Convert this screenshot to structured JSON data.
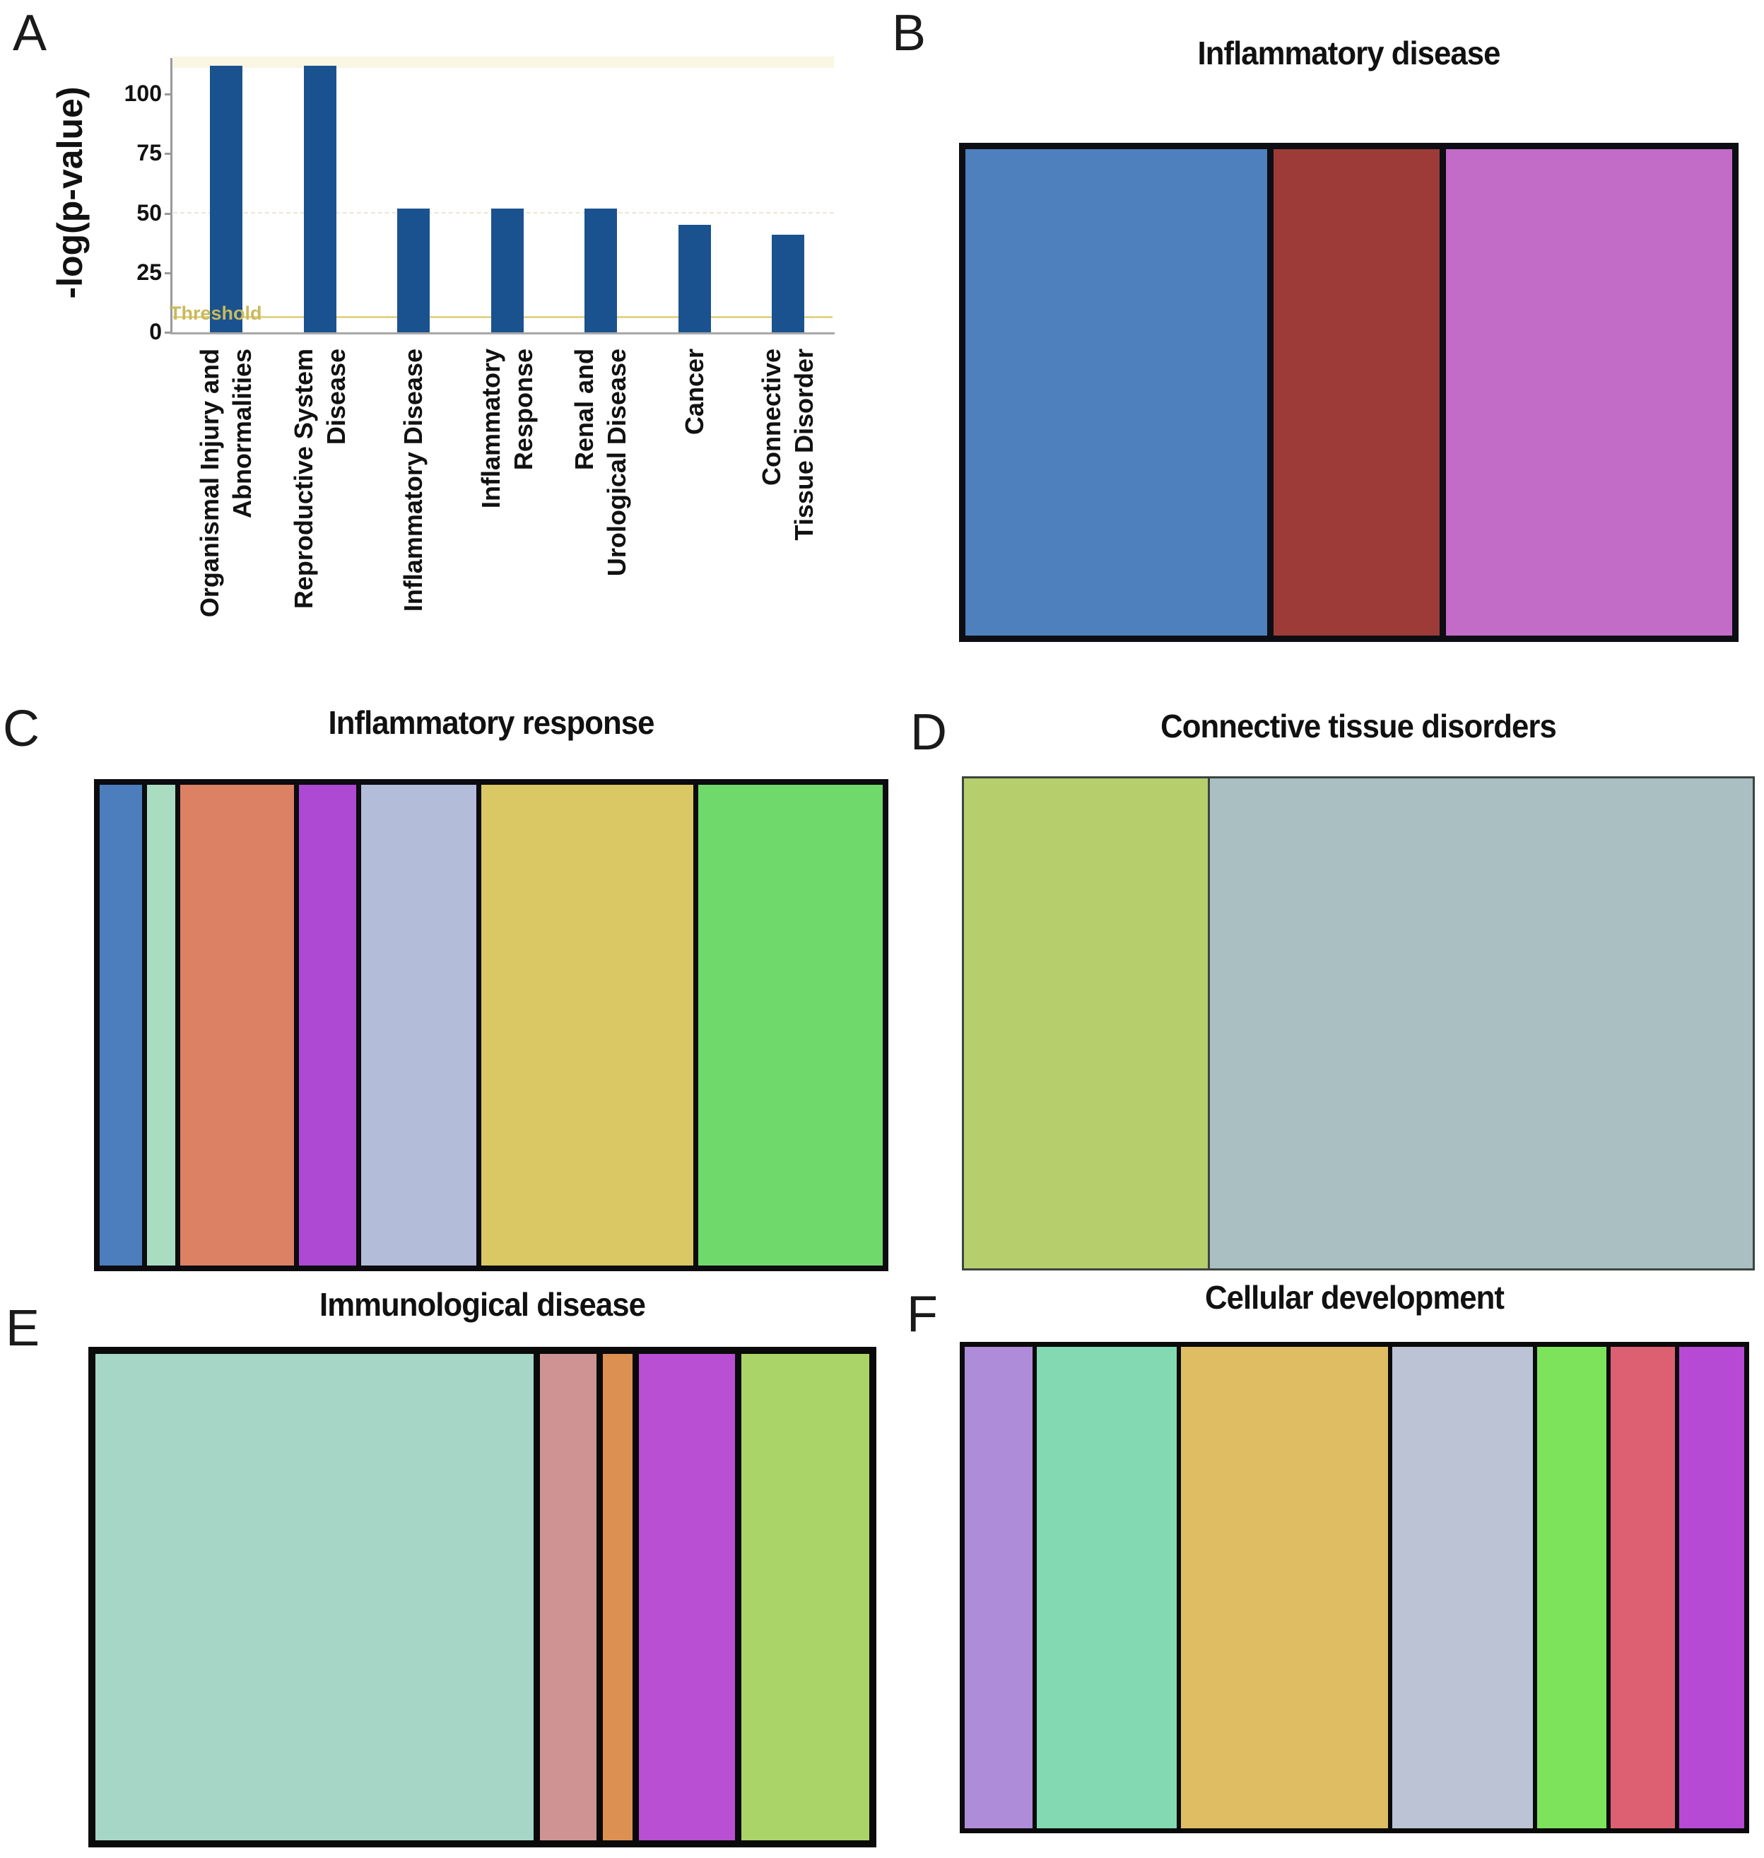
{
  "figure": {
    "panel_a": {
      "letter": "A",
      "y_axis_title": "-log(p-value)",
      "threshold_label": "Threshold",
      "bar_color": "#1a528f",
      "category_lines": [
        [
          "Organismal Injury and",
          "Abnormalities"
        ],
        [
          "Reproductive System",
          "Disease"
        ],
        [
          "Inflammatory Disease"
        ],
        [
          "Inflammatory",
          "Response"
        ],
        [
          "Renal and",
          "Urological Disease"
        ],
        [
          "Cancer"
        ],
        [
          "Connective",
          "Tissue Disorder"
        ]
      ]
    },
    "panel_b": {
      "letter": "B"
    },
    "panel_c": {
      "letter": "C"
    },
    "panel_d": {
      "letter": "D"
    },
    "panel_e": {
      "letter": "E"
    },
    "panel_f": {
      "letter": "F"
    }
  },
  "chart_data": [
    {
      "type": "bar",
      "panel": "A",
      "title": "",
      "xlabel": "",
      "ylabel": "-log(p-value)",
      "categories": [
        "Organismal Injury and Abnormalities",
        "Reproductive System Disease",
        "Inflammatory Disease",
        "Inflammatory Response",
        "Renal and Urological Disease",
        "Cancer",
        "Connective Tissue Disorder"
      ],
      "values": [
        112,
        112,
        52,
        52,
        52,
        45,
        41
      ],
      "ylim": [
        0,
        115
      ],
      "tick_values": [
        0,
        25,
        50,
        75,
        100
      ],
      "threshold_label": "Threshold",
      "bar_color": "#1a528f",
      "legend_position": "none",
      "grid": false
    },
    {
      "type": "treemap",
      "panel": "B",
      "title": "Inflammatory disease",
      "values": [
        40,
        22,
        38
      ],
      "colors": [
        "#4d80bc",
        "#9c3b38",
        "#c26bc7"
      ]
    },
    {
      "type": "treemap",
      "panel": "C",
      "title": "Inflammatory response",
      "values": [
        5.4,
        3.6,
        14.4,
        7.3,
        14.6,
        26.9,
        23.4
      ],
      "colors": [
        "#4c7dbd",
        "#a9dcc1",
        "#dc8164",
        "#ad49d2",
        "#b3bcd8",
        "#d9c863",
        "#70d96b"
      ]
    },
    {
      "type": "treemap",
      "panel": "D",
      "title": "Connective tissue disorders",
      "values": [
        31,
        69
      ],
      "colors": [
        "#b7ce6d",
        "#a9bfc1"
      ]
    },
    {
      "type": "treemap",
      "panel": "E",
      "title": "Immunological disease",
      "values": [
        56.5,
        7.3,
        3.8,
        12.4,
        16.5
      ],
      "colors": [
        "#a6d6c6",
        "#cf9394",
        "#dc9153",
        "#b94fd2",
        "#abd468"
      ]
    },
    {
      "type": "treemap",
      "panel": "F",
      "title": "Cellular development",
      "values": [
        8.7,
        18.1,
        26.7,
        18.1,
        8.9,
        8.3,
        8.4
      ],
      "colors": [
        "#ae8cd9",
        "#82d9b2",
        "#dfbd62",
        "#bcc3d4",
        "#7ce35b",
        "#dc6071",
        "#b74ad4"
      ]
    }
  ]
}
